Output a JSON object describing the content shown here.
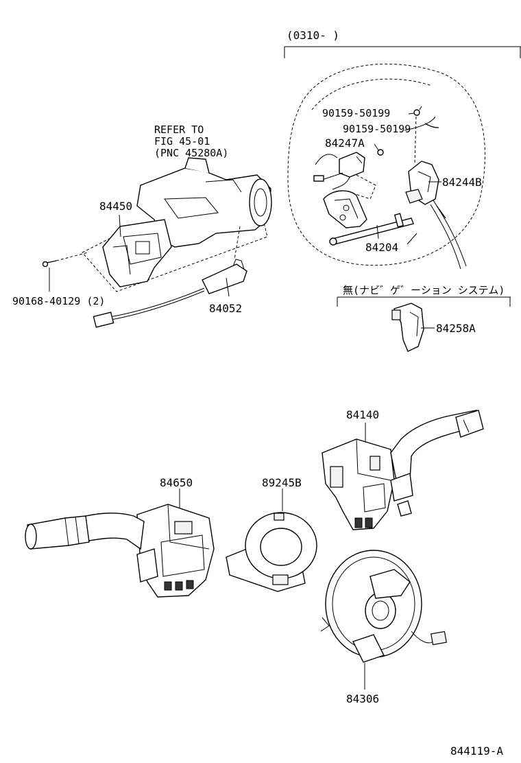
{
  "labels": {
    "refer_note": [
      "REFER TO",
      "FIG 45-01",
      "(PNC 45280A)"
    ],
    "p84450": "84450",
    "p90168": "90168-40129 (2)",
    "p84052": "84052",
    "date_bracket": "(0310-     )",
    "p90159_a": "90159-50199",
    "p90159_b": "90159-50199",
    "p84247A": "84247A",
    "p84244B": "84244B",
    "p84204": "84204",
    "nav_bracket": "無(ナビ゛ゲ゛ーション システム)",
    "p84258A": "84258A",
    "p84140": "84140",
    "p84650": "84650",
    "p89245B": "89245B",
    "p84306": "84306",
    "fig_code": "844119-A"
  }
}
